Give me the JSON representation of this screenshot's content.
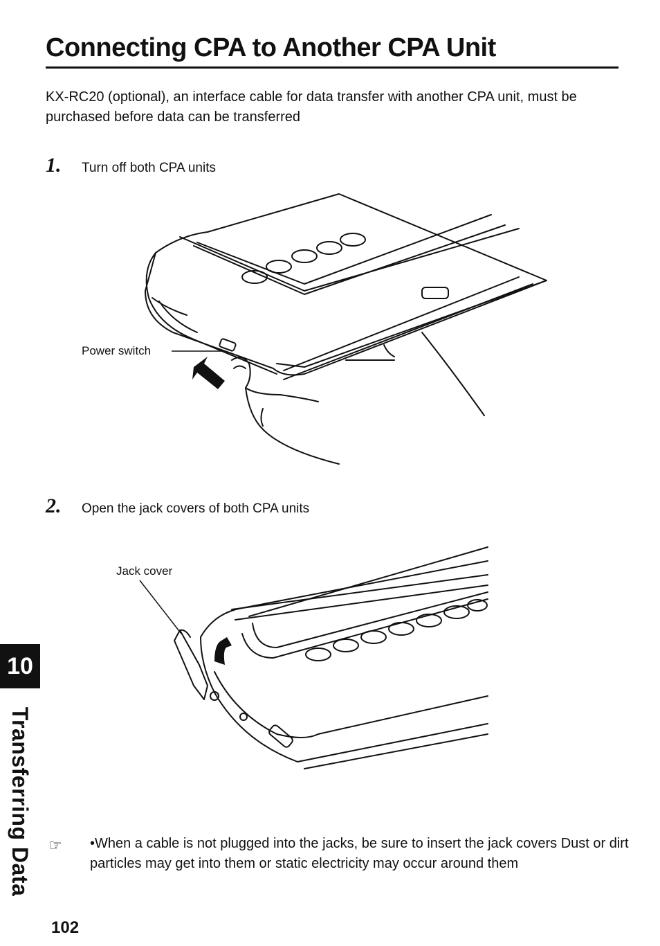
{
  "page": {
    "title": "Connecting CPA to Another CPA Unit",
    "intro": "KX-RC20 (optional), an interface cable for data transfer with another CPA unit, must be purchased before data can be transferred"
  },
  "steps": [
    {
      "number": "1.",
      "text": "Turn off both CPA units"
    },
    {
      "number": "2.",
      "text": "Open the jack covers of both CPA units"
    }
  ],
  "figures": {
    "power_switch_label": "Power switch",
    "jack_cover_label": "Jack cover"
  },
  "note": {
    "icon": "pointing-hand-icon",
    "icon_glyph": "☞",
    "text": "•When a cable is not plugged into the jacks, be sure to insert the jack covers Dust or dirt particles may get into them or static electricity may occur around them"
  },
  "sidebar": {
    "chapter_number": "10",
    "chapter_title": "Transferring Data"
  },
  "footer": {
    "page_number": "102"
  }
}
